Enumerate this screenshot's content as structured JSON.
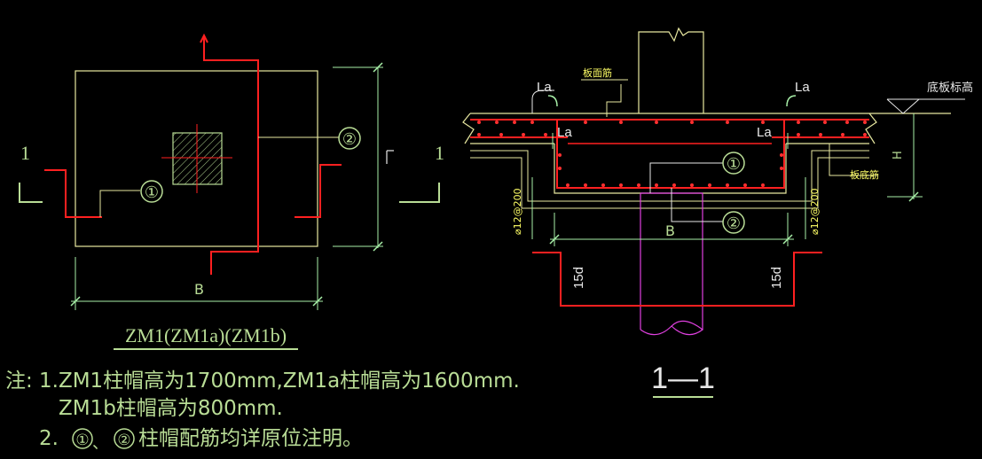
{
  "colors": {
    "background": "#000000",
    "concrete": "#e8e8a0",
    "rebar": "#ff2020",
    "dimension": "#a8f0a8",
    "pile": "#e040e0",
    "text_green": "#b9dd96",
    "text_yellow": "#ffff66"
  },
  "plan": {
    "section_mark_left": "1",
    "section_mark_right": "1",
    "callout_1": "①",
    "callout_2": "②",
    "dim_width": "B",
    "title": "ZM1(ZM1a)(ZM1b)"
  },
  "section": {
    "label_la": "La",
    "label_top_rebar": "板面筋",
    "label_bottom_rebar": "板底筋",
    "label_slab_bottom": "底板标高",
    "dim_height": "H",
    "rebar_spec": "⌀12@200",
    "callout_1": "①",
    "callout_2": "②",
    "dim_width": "B",
    "hook_length": "15d",
    "title": "1—1"
  },
  "notes": {
    "prefix": "注:",
    "line1": "1.ZM1柱帽高为1700mm,ZM1a柱帽高为1600mm.",
    "line2": "ZM1b柱帽高为800mm.",
    "line3_num": "2.",
    "line3_c1": "①",
    "line3_sep": "、",
    "line3_c2": "②",
    "line3_text": "柱帽配筋均详原位注明。"
  }
}
